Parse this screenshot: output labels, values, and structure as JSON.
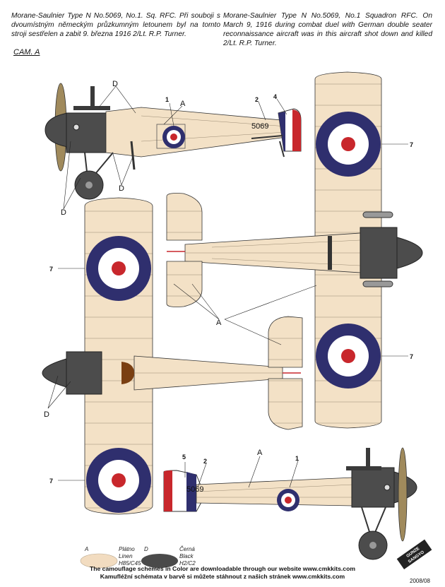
{
  "caption": {
    "czech": "Morane-Saulnier Type N No.5069, No.1. Sq. RFC. Při souboji s dvoumístným německým průzkumným letounem byl na tomto stroji sestřelen a zabit 9. března 1916 2/Lt. R.P. Turner.",
    "english": "Morane-Saulnier Type N No.5069, No.1 Squadron RFC. On March 9, 1916 during combat duel with German double seater reconnaissance aircraft was in this aircraft shot down and killed 2/Lt. R.P. Turner."
  },
  "scheme_label": "CAM. A",
  "serial": "5069",
  "callouts": {
    "roundel": "1",
    "serial": "2",
    "fin": "4",
    "fin_right": "5",
    "wing_roundel": "7",
    "linen": "A",
    "black": "D"
  },
  "legend": [
    {
      "key": "A",
      "cz": "Plátno",
      "en": "Linen",
      "code": "H85/C45",
      "color": "#f2dcc0"
    },
    {
      "key": "D",
      "cz": "Černá",
      "en": "Black",
      "code": "H2/C2",
      "color": "#4a4a4a"
    }
  ],
  "colors": {
    "linen": "#f3e1c6",
    "black": "#4c4c4c",
    "roundel_blue": "#2f2f6e",
    "roundel_red": "#c8272c",
    "prop": "#a08a5c"
  },
  "footer": {
    "line1": "The camouflage schemes in Color are downloadable through our website www.cmkkits.com",
    "line2": "Kamufléžní schémata v barvě si můžete stáhnout z našich stránek www.cmkkits.com"
  },
  "logo": "GUNZE SANGYO",
  "date": "2008/08"
}
